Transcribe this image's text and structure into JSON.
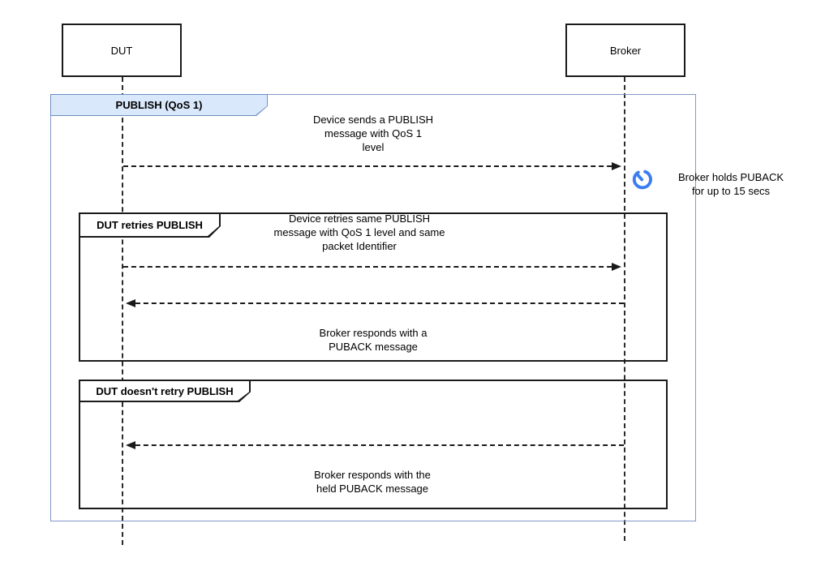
{
  "colors": {
    "frame-border": "#8298c8",
    "frame-title-fill": "#dae8fc",
    "frame-title-border": "#6c8ebf",
    "icon-blue": "#3b7df0"
  },
  "actors": [
    {
      "label": "DUT"
    },
    {
      "label": "Broker"
    }
  ],
  "frame": {
    "title": "PUBLISH (QoS 1)"
  },
  "fragments": [
    {
      "title": "DUT retries PUBLISH"
    },
    {
      "title": "DUT doesn't retry PUBLISH"
    }
  ],
  "messages": [
    {
      "direction": "right",
      "from": "DUT",
      "to": "Broker",
      "lines": [
        "Device sends a PUBLISH",
        "message with QoS 1",
        "level"
      ]
    },
    {
      "direction": "right",
      "from": "DUT",
      "to": "Broker",
      "lines": [
        "Device retries same PUBLISH",
        "message with QoS 1 level and same",
        "packet Identifier"
      ]
    },
    {
      "direction": "left",
      "from": "Broker",
      "to": "DUT",
      "lines": [
        "Broker responds with a",
        "PUBACK message"
      ]
    },
    {
      "direction": "left",
      "from": "Broker",
      "to": "DUT",
      "lines": [
        "Broker responds with the",
        "held PUBACK message"
      ]
    }
  ],
  "note": {
    "icon": "timer-icon",
    "lines": [
      "Broker holds PUBACK",
      "for up to 15 secs"
    ]
  }
}
